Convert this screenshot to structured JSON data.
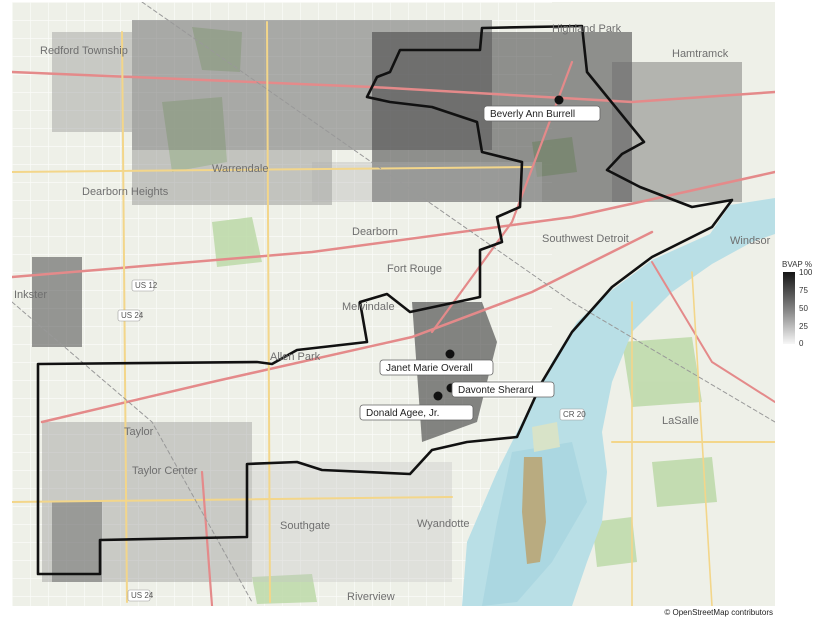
{
  "map": {
    "place_labels": [
      "Redford Township",
      "Highland Park",
      "Hamtramck",
      "Dearborn Heights",
      "Dearborn",
      "Inkster",
      "Melvindale",
      "Allen Park",
      "Taylor",
      "Taylor Center",
      "Southgate",
      "Wyandotte",
      "Riverview",
      "Windsor",
      "LaSalle",
      "Warrendale",
      "Southwest Detroit",
      "Fort Rouge"
    ],
    "road_labels": [
      "US 12",
      "US 24",
      "US 24",
      "CR 20"
    ],
    "candidates": [
      {
        "name": "Beverly Ann Burrell"
      },
      {
        "name": "Janet Marie Overall"
      },
      {
        "name": "Davonte Sherard"
      },
      {
        "name": "Donald Agee, Jr."
      }
    ]
  },
  "legend": {
    "title": "BVAP %",
    "ticks": [
      {
        "value": 100,
        "label": "100"
      },
      {
        "value": 75,
        "label": "75"
      },
      {
        "value": 50,
        "label": "50"
      },
      {
        "value": 25,
        "label": "25"
      },
      {
        "value": 0,
        "label": "0"
      }
    ],
    "color_high": "#151515",
    "color_low": "#f7f7f7"
  },
  "attribution": "© OpenStreetMap contributors",
  "colors": {
    "water": "#b9dfe6",
    "land": "#eef0e8",
    "district_outline": "#111111",
    "park": "#bcd9a8",
    "highway": "#e48a8a",
    "major_road": "#f3d68a",
    "island": "#b9ab80"
  }
}
